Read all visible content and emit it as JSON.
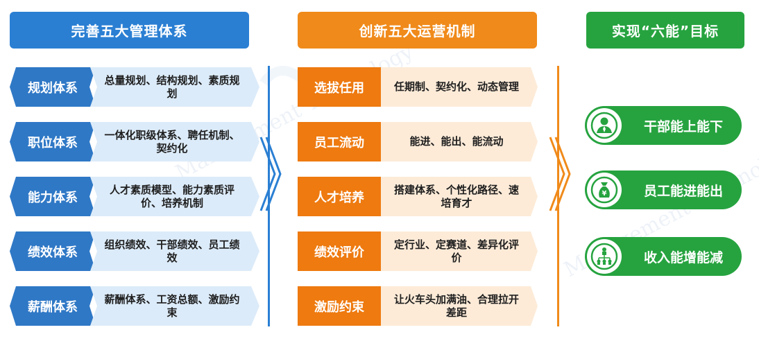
{
  "columns": {
    "management": {
      "title": "完善五大管理体系"
    },
    "operation": {
      "title": "创新五大运营机制"
    },
    "goal": {
      "title": "实现“六能”目标"
    }
  },
  "management_rows": [
    {
      "tag": "规划体系",
      "desc": "总量规划、结构规划、素质规划"
    },
    {
      "tag": "职位体系",
      "desc": "一体化职级体系、聘任机制、契约化"
    },
    {
      "tag": "能力体系",
      "desc": "人才素质模型、能力素质评价、培养机制"
    },
    {
      "tag": "绩效体系",
      "desc": "组织绩效、干部绩效、员工绩效"
    },
    {
      "tag": "薪酬体系",
      "desc": "薪酬体系、工资总额、激励约束"
    }
  ],
  "operation_rows": [
    {
      "tag": "选拔任用",
      "desc": "任期制、契约化、动态管理"
    },
    {
      "tag": "员工流动",
      "desc": "能进、能出、能流动"
    },
    {
      "tag": "人才培养",
      "desc": "搭建体系、个性化路径、速培育才"
    },
    {
      "tag": "绩效评价",
      "desc": "定行业、定赛道、差异化评价"
    },
    {
      "tag": "激励约束",
      "desc": "让火车头加满油、合理拉开差距"
    }
  ],
  "goals": [
    {
      "label": "干部能上能下",
      "icon": "manager-person-icon"
    },
    {
      "label": "员工能进能出",
      "icon": "yuan-money-bag-icon"
    },
    {
      "label": "收入能增能减",
      "icon": "org-hierarchy-icon"
    }
  ],
  "colors": {
    "blue": "#2a7fd3",
    "blue_light": "#dcebf9",
    "orange": "#f08a1a",
    "orange_light": "#fdebd8",
    "green": "#26a33f"
  },
  "watermark": {
    "text": "Management Technology"
  }
}
